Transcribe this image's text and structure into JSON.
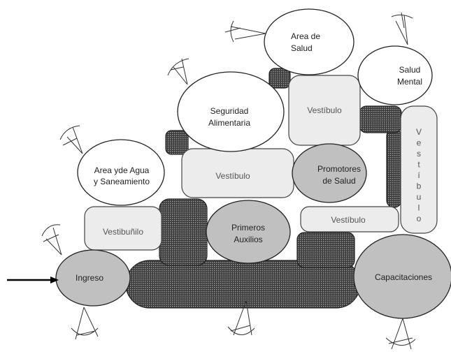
{
  "rooms": {
    "area_salud": [
      "Area de",
      "Salud"
    ],
    "salud_mental": [
      "Salud",
      "Mental"
    ],
    "seguridad": [
      "Seguridad",
      "Alimentaria"
    ],
    "agua": [
      "Area yde Agua",
      "y Saneamiento"
    ],
    "promotores": [
      "Promotores",
      "de Salud"
    ],
    "primeros": [
      "Primeros",
      "Auxilios"
    ],
    "ingreso": "Ingreso",
    "capacitaciones": "Capacitaciones",
    "vestibulo_top": "Vestíbulo",
    "vestibulo_mid": "Vestíbulo",
    "vestibulo_right": "Vestíbulo",
    "vestibunilo": "Vestibuñilo",
    "vestibulo_vertical": [
      "V",
      "e",
      "s",
      "t",
      "í",
      "b",
      "u",
      "l",
      "o"
    ]
  }
}
